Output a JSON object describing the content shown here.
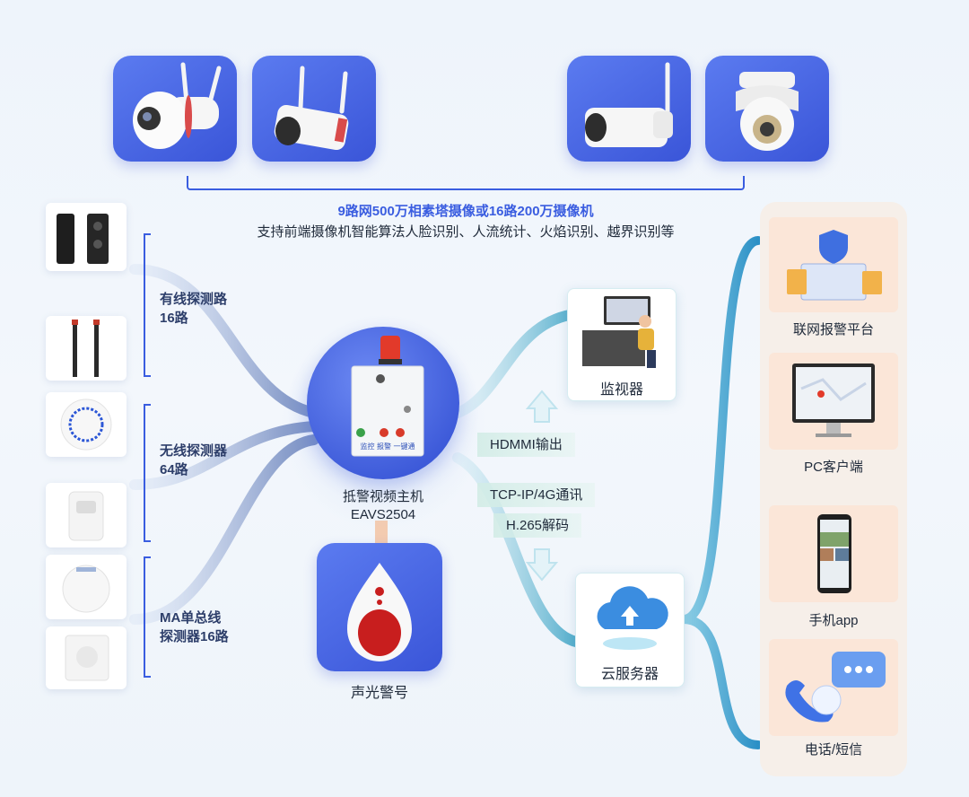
{
  "cameras": {
    "line1": "9路网500万相素塔摄像或16路200万摄像机",
    "line2": "支持前端摄像机智能算法人脸识别、人流统计、火焰识别、越界识别等"
  },
  "detectors": {
    "wired_label": "有线探测路\n16路",
    "wireless_label": "无线探测器\n64路",
    "bus_label": "MA单总线\n探测器16路"
  },
  "host": {
    "name": "抵警视频主机",
    "model": "EAVS2504",
    "panel_text": "监控 报警 一键通"
  },
  "siren": {
    "label": "声光警号"
  },
  "links": {
    "hdmi": "HDMMI输出",
    "tcp": "TCP-IP/4G通讯",
    "codec": "H.265解码"
  },
  "monitor": {
    "label": "监视器"
  },
  "cloud": {
    "label": "云服务器"
  },
  "outputs": {
    "platform": "联网报警平台",
    "pc": "PC客户端",
    "mobile": "手机app",
    "phone": "电话/短信"
  },
  "colors": {
    "accent_blue": "#3a5de0",
    "tile_blue": "#4a68e6",
    "teal_flow": "#4aa9c9",
    "right_panel": "#f6efe9",
    "right_card": "#fbe6d8"
  }
}
